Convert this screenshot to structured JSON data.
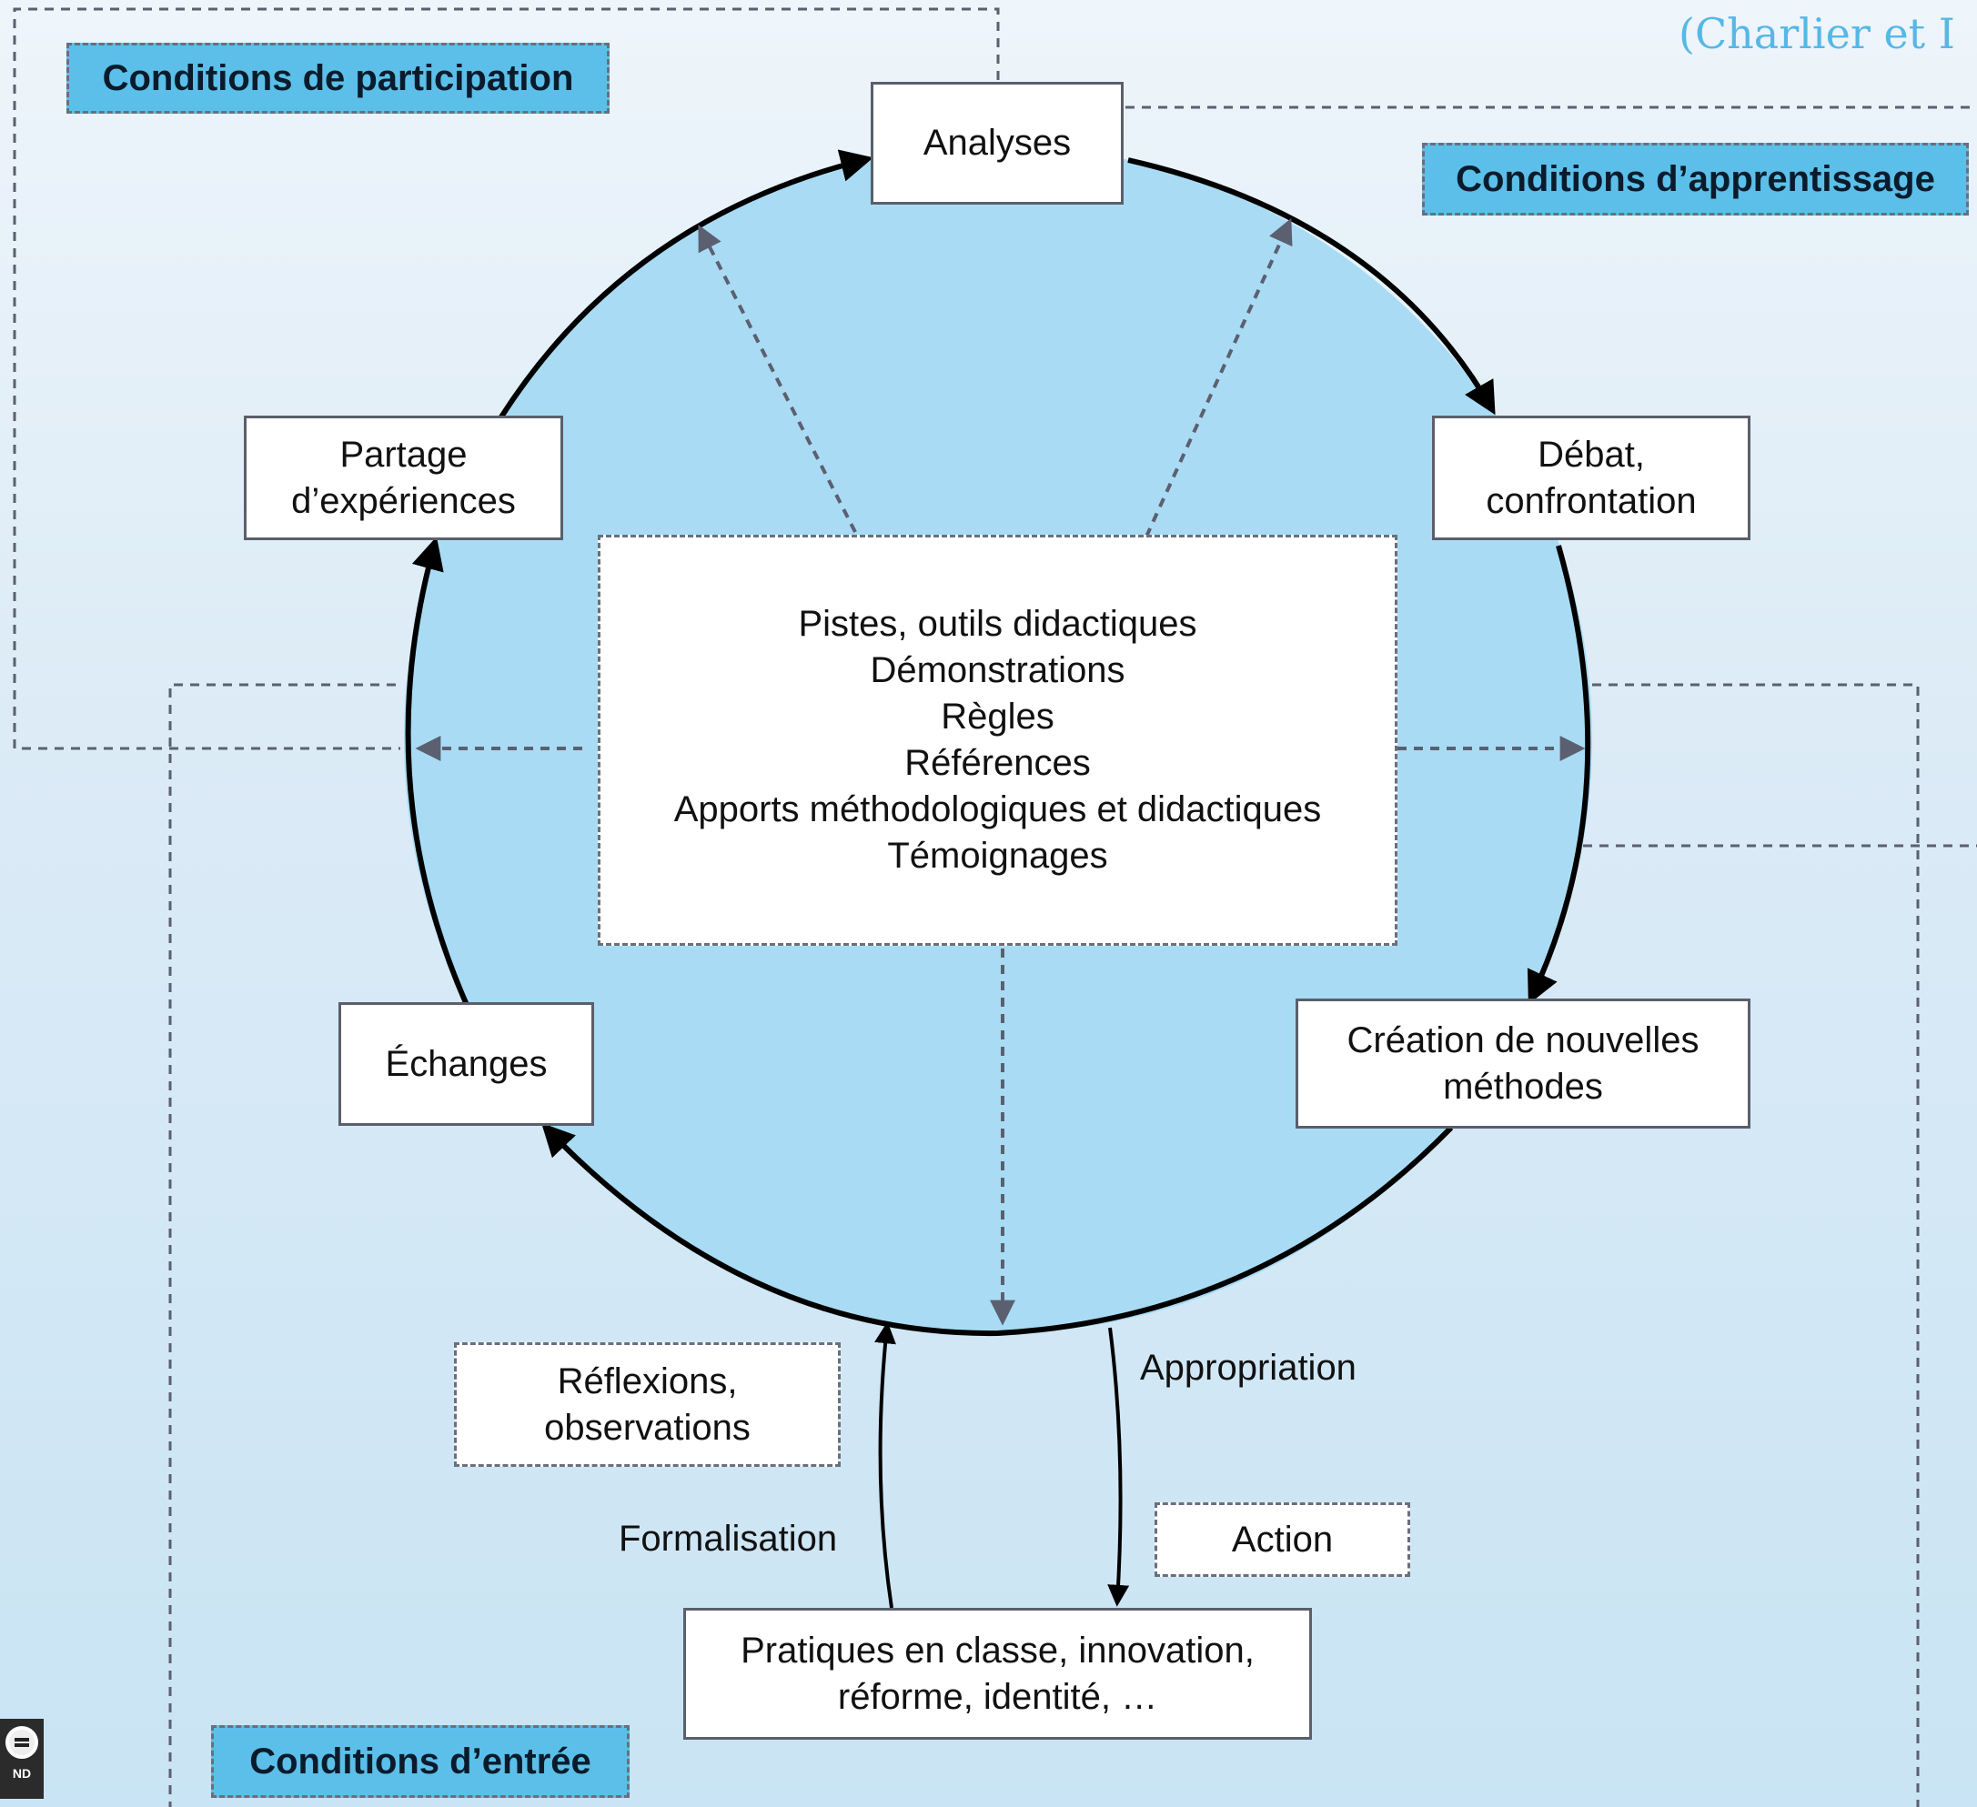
{
  "citation": "(Charlier et I",
  "tags": {
    "participation": "Conditions de participation",
    "apprentissage": "Conditions d’apprentissage",
    "entree": "Conditions d’entrée"
  },
  "cycle": {
    "analyses": "Analyses",
    "debat_line1": "Débat,",
    "debat_line2": "confrontation",
    "creation_line1": "Création de nouvelles",
    "creation_line2": "méthodes",
    "echanges": "Échanges",
    "partage_line1": "Partage",
    "partage_line2": "d’expériences"
  },
  "center": {
    "lines": [
      "Pistes, outils didactiques",
      "Démonstrations",
      "Règles",
      "Références",
      "Apports méthodologiques et didactiques",
      "Témoignages"
    ]
  },
  "practice": {
    "line1": "Pratiques en classe, innovation,",
    "line2": "réforme, identité, …"
  },
  "notes": {
    "reflexions_line1": "Réflexions,",
    "reflexions_line2": "observations",
    "action": "Action"
  },
  "labels": {
    "appropriation": "Appropriation",
    "formalisation": "Formalisation"
  },
  "colors": {
    "circle_fill": "#a9dcf4",
    "tag_fill": "#5bbfe9",
    "citation": "#55b8e6",
    "dashed": "#6a6f7c"
  },
  "badge": {
    "icon": "cc-nd-icon",
    "text": "ND"
  }
}
